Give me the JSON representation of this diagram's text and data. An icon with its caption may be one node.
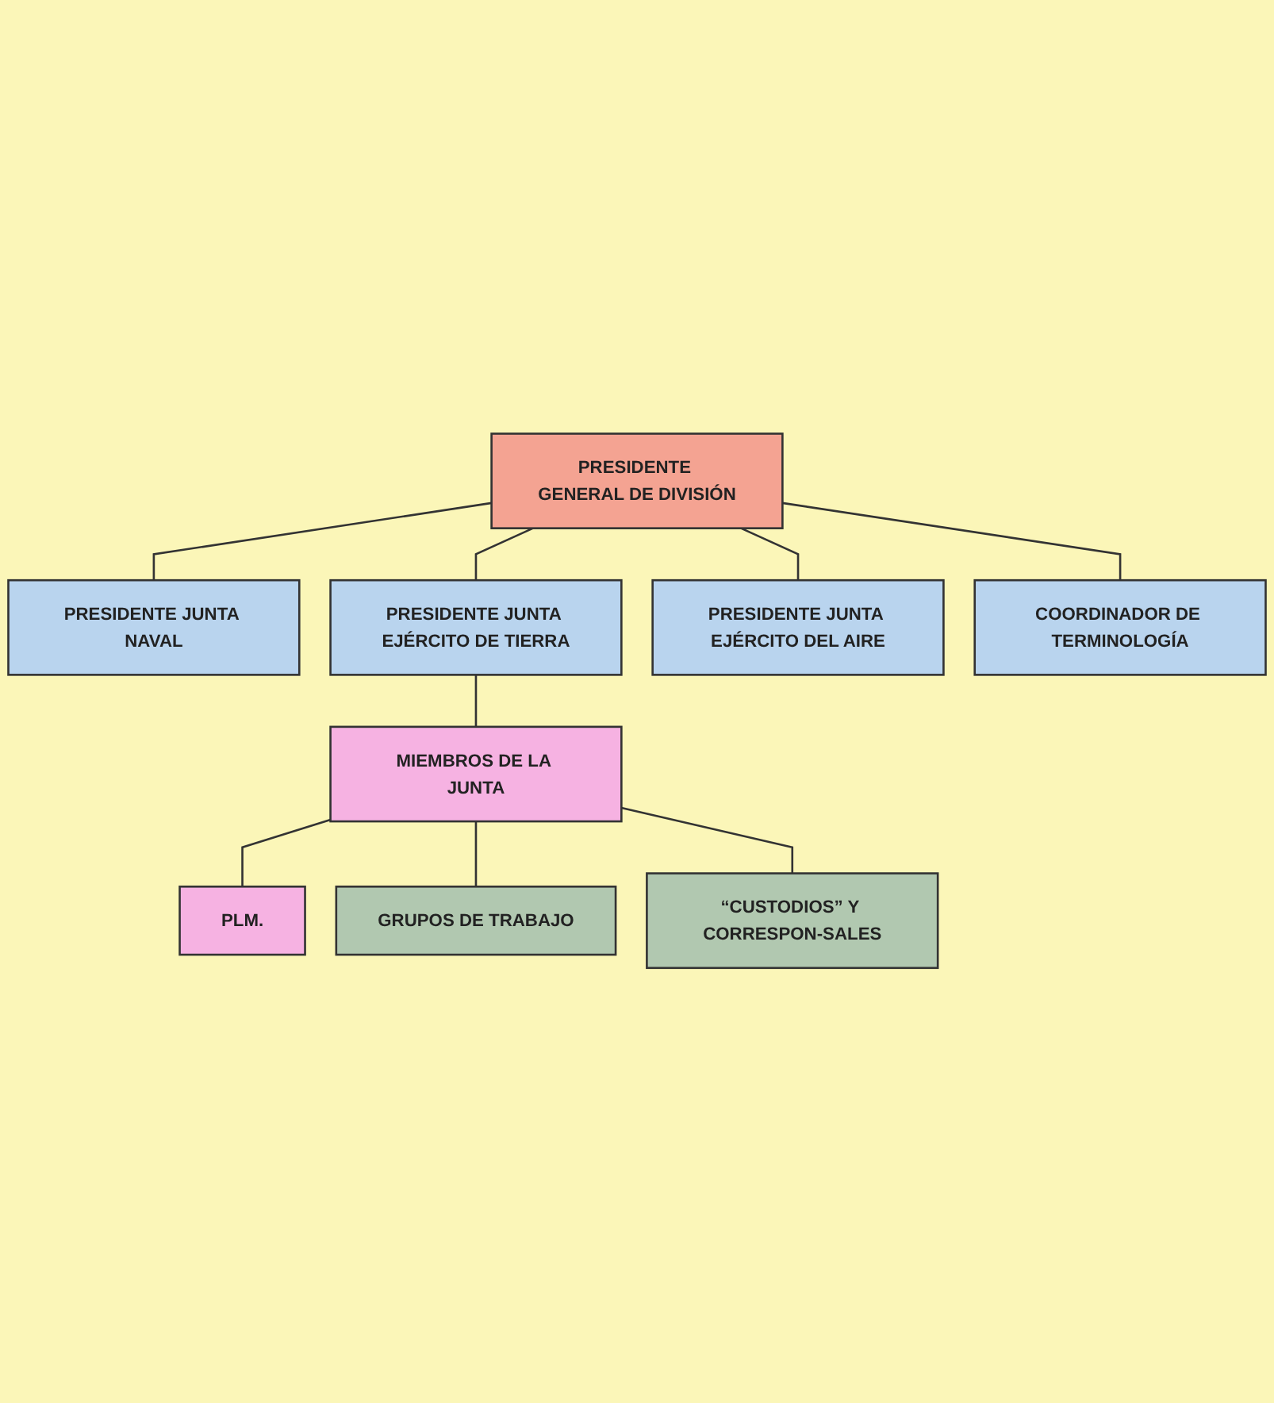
{
  "diagram": {
    "nodes": [
      {
        "text": [
          "PRESIDENTE GENERAL DE DIVISIÓN"
        ]
      },
      {
        "text": [
          "PRESIDENTE JUNTA NAVAL"
        ]
      },
      {
        "text": [
          "PRESIDENTE JUNTA EJÉRCITO DE TIERRA"
        ]
      },
      {
        "text": [
          "PRESIDENTE JUNTA EJÉRCITO DEL AIRE"
        ]
      },
      {
        "text": [
          "COORDINADOR DE TERMINOLOGÍA"
        ]
      },
      {
        "text": [
          "MIEMBROS DE LA JUNTA"
        ]
      },
      {
        "text": [
          "PLM."
        ]
      },
      {
        "text": [
          "GRUPOS DE TRABAJO"
        ]
      },
      {
        "text": [
          "“CUSTODIOS” Y CORRESPON-SALES"
        ]
      }
    ],
    "edges": [
      {
        "from": 0,
        "to": 1,
        "arrow": "none"
      },
      {
        "from": 0,
        "to": 2,
        "arrow": "none"
      },
      {
        "from": 0,
        "to": 3,
        "arrow": "none"
      },
      {
        "from": 0,
        "to": 4,
        "arrow": "none"
      },
      {
        "from": 2,
        "to": 5,
        "arrow": "none"
      },
      {
        "from": 5,
        "to": 6,
        "arrow": "none"
      },
      {
        "from": 5,
        "to": 7,
        "arrow": "none"
      },
      {
        "from": 5,
        "to": 8,
        "arrow": "none"
      }
    ]
  }
}
